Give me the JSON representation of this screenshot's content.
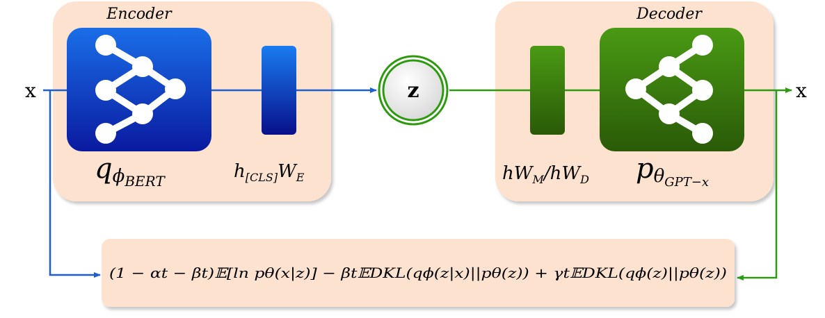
{
  "encoder": {
    "title": "Encoder",
    "network_icon": "neural-network-icon",
    "dist_symbol": "q",
    "dist_sub": "ϕ",
    "dist_subsub": "BERT",
    "proj_h": "h",
    "proj_sub": "[CLS]",
    "proj_w": "W",
    "proj_wsub": "E",
    "color": "#1e5fd0"
  },
  "latent": {
    "label": "z"
  },
  "decoder": {
    "title": "Decoder",
    "network_icon": "neural-network-icon",
    "dist_symbol": "p",
    "dist_sub": "θ",
    "dist_subsub": "GPT−x",
    "proj_label_1": "hW",
    "proj_sub_1": "M",
    "proj_label_2": "/hW",
    "proj_sub_2": "D",
    "color": "#3a8a10"
  },
  "input_label": "x",
  "output_label": "x",
  "objective": {
    "formula": "(1 − αt − βt)𝔼[ln pθ(x|z)] − βt𝔼DKL(qϕ(z|x)||pθ(z)) + γt𝔼DKL(qϕ(z)||pθ(z))"
  }
}
